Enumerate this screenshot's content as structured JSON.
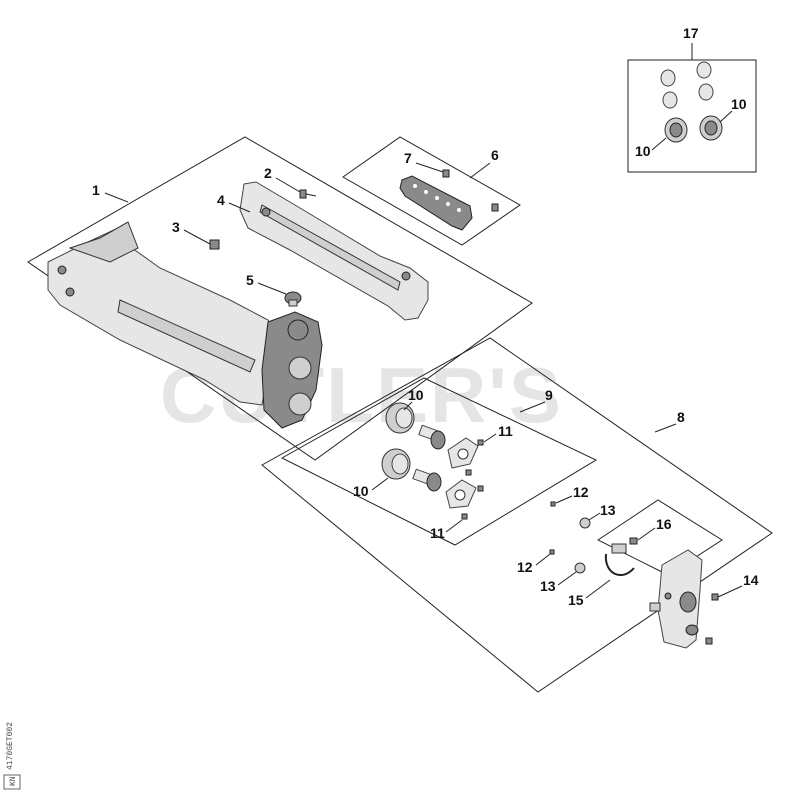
{
  "callouts": {
    "c1": "1",
    "c2": "2",
    "c3": "3",
    "c4": "4",
    "c5": "5",
    "c6": "6",
    "c7": "7",
    "c8": "8",
    "c9": "9",
    "c10a": "10",
    "c10b": "10",
    "c10c": "10",
    "c10d": "10",
    "c11a": "11",
    "c11b": "11",
    "c12a": "12",
    "c12b": "12",
    "c13a": "13",
    "c13b": "13",
    "c14": "14",
    "c15": "15",
    "c16": "16",
    "c17": "17"
  },
  "watermark": "CUTLER'S",
  "drawing_code": "4170GET002",
  "drawing_code_box": "KN"
}
